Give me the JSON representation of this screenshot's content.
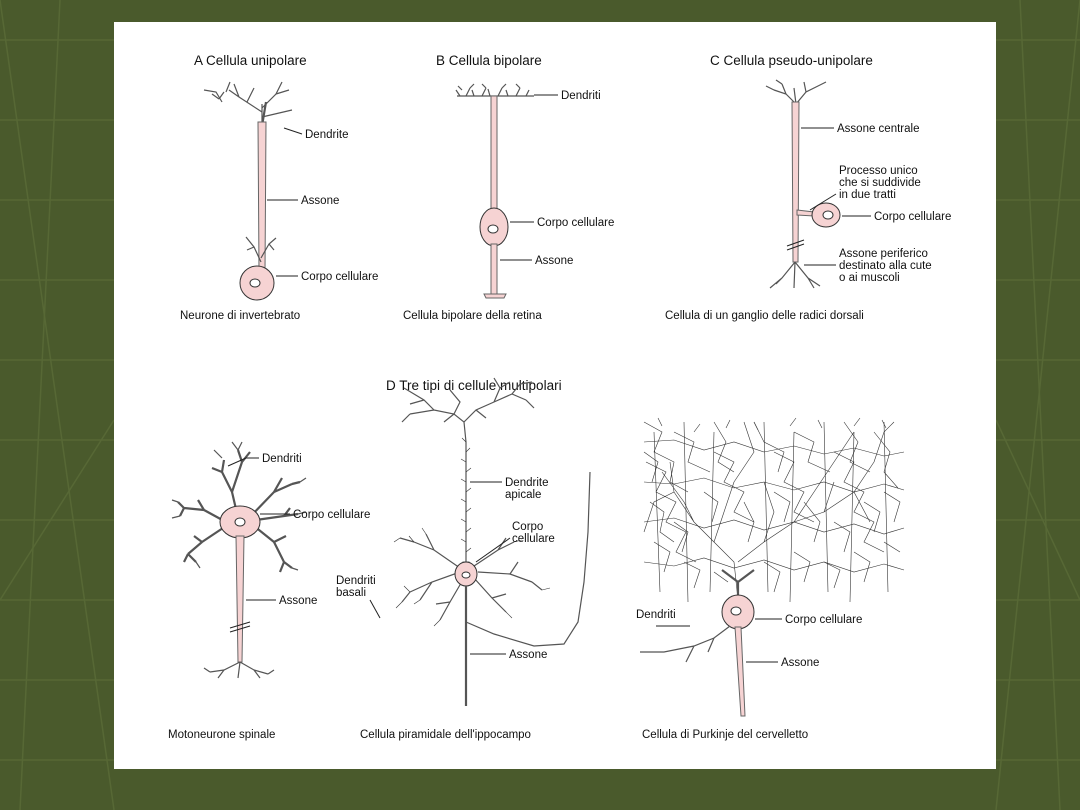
{
  "colors": {
    "background": "#4a5a2c",
    "panel": "#ffffff",
    "cell_body": "#f6d3d3"
  },
  "panel_a": {
    "title": "A   Cellula unipolare",
    "labels": {
      "dendrite": "Dendrite",
      "assone": "Assone",
      "corpo": "Corpo cellulare"
    },
    "caption": "Neurone di invertebrato"
  },
  "panel_b": {
    "title": "B   Cellula bipolare",
    "labels": {
      "dendriti": "Dendriti",
      "corpo": "Corpo cellulare",
      "assone": "Assone"
    },
    "caption": "Cellula bipolare della retina"
  },
  "panel_c": {
    "title": "C   Cellula pseudo-unipolare",
    "labels": {
      "assone_centrale": "Assone centrale",
      "processo_1": "Processo unico",
      "processo_2": "che si suddivide",
      "processo_3": "in due tratti",
      "corpo": "Corpo cellulare",
      "periferico_1": "Assone periferico",
      "periferico_2": "destinato alla cute",
      "periferico_3": "o ai muscoli"
    },
    "caption": "Cellula di un ganglio delle radici dorsali"
  },
  "panel_d": {
    "title": "D   Tre tipi di cellule multipolari",
    "moto": {
      "labels": {
        "dendriti": "Dendriti",
        "corpo": "Corpo cellulare",
        "assone": "Assone"
      },
      "caption": "Motoneurone spinale"
    },
    "piramidale": {
      "labels": {
        "apicale_1": "Dendrite",
        "apicale_2": "apicale",
        "corpo_1": "Corpo",
        "corpo_2": "cellulare",
        "basali_1": "Dendriti",
        "basali_2": "basali",
        "assone": "Assone"
      },
      "caption": "Cellula piramidale dell'ippocampo"
    },
    "purkinje": {
      "labels": {
        "dendriti": "Dendriti",
        "corpo": "Corpo cellulare",
        "assone": "Assone"
      },
      "caption": "Cellula di Purkinje del cervelletto"
    }
  }
}
